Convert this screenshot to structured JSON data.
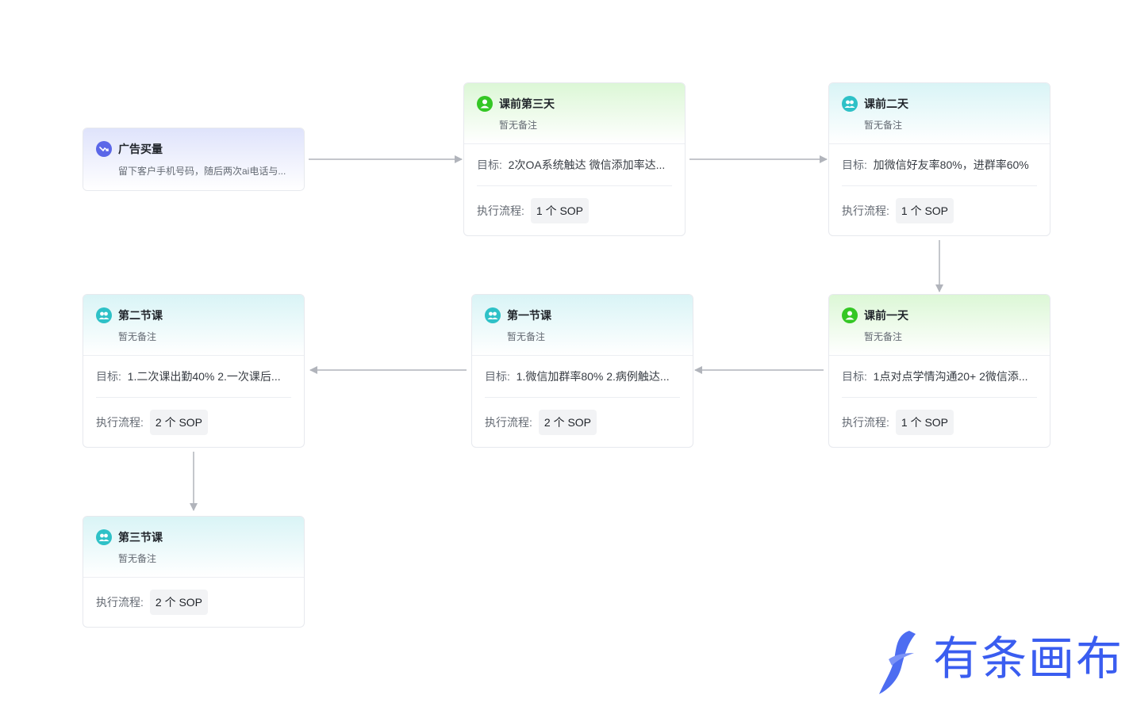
{
  "nodes": {
    "ad": {
      "title": "广告买量",
      "note": "留下客户手机号码，随后两次ai电话与..."
    },
    "day3": {
      "title": "课前第三天",
      "note": "暂无备注",
      "goal_label": "目标:",
      "goal": "2次OA系统触达 微信添加率达...",
      "flow_label": "执行流程:",
      "sop": "1 个 SOP"
    },
    "day2": {
      "title": "课前二天",
      "note": "暂无备注",
      "goal_label": "目标:",
      "goal": "加微信好友率80%，进群率60%",
      "flow_label": "执行流程:",
      "sop": "1 个 SOP"
    },
    "day1": {
      "title": "课前一天",
      "note": "暂无备注",
      "goal_label": "目标:",
      "goal": "1点对点学情沟通20+ 2微信添...",
      "flow_label": "执行流程:",
      "sop": "1 个 SOP"
    },
    "lesson1": {
      "title": "第一节课",
      "note": "暂无备注",
      "goal_label": "目标:",
      "goal": "1.微信加群率80% 2.病例触达...",
      "flow_label": "执行流程:",
      "sop": "2 个 SOP"
    },
    "lesson2": {
      "title": "第二节课",
      "note": "暂无备注",
      "goal_label": "目标:",
      "goal": "1.二次课出勤40% 2.一次课后...",
      "flow_label": "执行流程:",
      "sop": "2 个 SOP"
    },
    "lesson3": {
      "title": "第三节课",
      "note": "暂无备注",
      "flow_label": "执行流程:",
      "sop": "2 个 SOP"
    }
  },
  "icons": {
    "ad": "ad-traffic-icon",
    "single_user": "user-icon",
    "group_users": "users-icon"
  },
  "colors": {
    "green_icon": "#34c724",
    "cyan_icon": "#2ec1c7",
    "purple_icon": "#5b67e8",
    "arrow": "#b1b4bb",
    "logo": "#3a5df0"
  },
  "logo": {
    "text": "有条画布"
  }
}
